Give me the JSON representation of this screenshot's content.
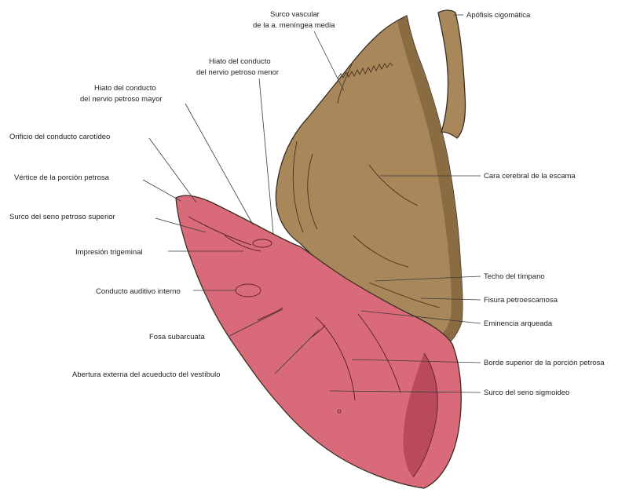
{
  "colors": {
    "squamous": "#a8885a",
    "squamous_dark": "#8a6c42",
    "petrous": "#d96a7a",
    "petrous_dark": "#b84a5c",
    "outline": "#3a2e22"
  },
  "labels": {
    "surco_vascular_1": "Surco vascular",
    "surco_vascular_2": "de la a. meníngea media",
    "apofisis": "Apófisis cigomática",
    "hiato_menor_1": "Hiato del conducto",
    "hiato_menor_2": "del nervio petroso menor",
    "hiato_mayor_1": "Hiato del conducto",
    "hiato_mayor_2": "del nervio petroso mayor",
    "orificio_carotideo": "Orificio del conducto carotídeo",
    "vertice": "Vértice de la porción petrosa",
    "surco_petroso_sup": "Surco del seno petroso superior",
    "impresion_trigeminal": "Impresión trigeminal",
    "conducto_auditivo": "Conducto auditivo interno",
    "fosa_subarcuata": "Fosa subarcuata",
    "abertura_acueducto": "Abertura externa del acueducto del vestíbulo",
    "cara_cerebral": "Cara cerebral de la escama",
    "techo_timpano": "Techo del tímpano",
    "fisura_petroescamosa": "Fisura petroescamosa",
    "eminencia_arqueada": "Eminencia arqueada",
    "borde_superior": "Borde superior de la porción petrosa",
    "surco_sigmoideo": "Surco del seno sigmoideo"
  }
}
